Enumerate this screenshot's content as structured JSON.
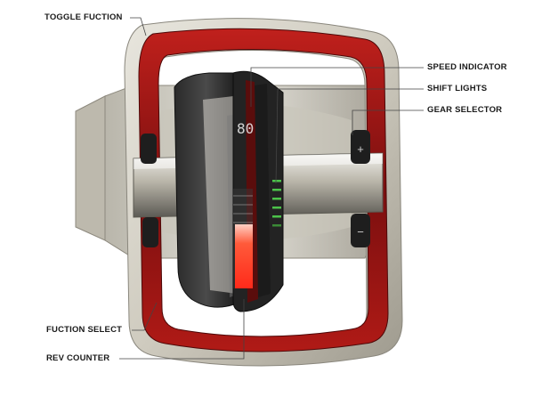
{
  "diagram": {
    "callouts": {
      "toggle_function": "TOGGLE FUCTION",
      "speed_indicator": "SPEED INDICATOR",
      "shift_lights": "SHIFT LIGHTS",
      "gear_selector": "GEAR SELECTOR",
      "function_select": "FUCTION SELECT",
      "rev_counter": "REV COUNTER"
    },
    "display": {
      "speed_digits": "80",
      "plus_label": "+",
      "minus_label": "−"
    },
    "colors": {
      "rim_red": "#7a0f0f",
      "rim_bright": "#c0201c",
      "shell": "#cfcbbf",
      "rev_red": "#ff2a1a",
      "shift_green": "#4cc24a"
    }
  }
}
